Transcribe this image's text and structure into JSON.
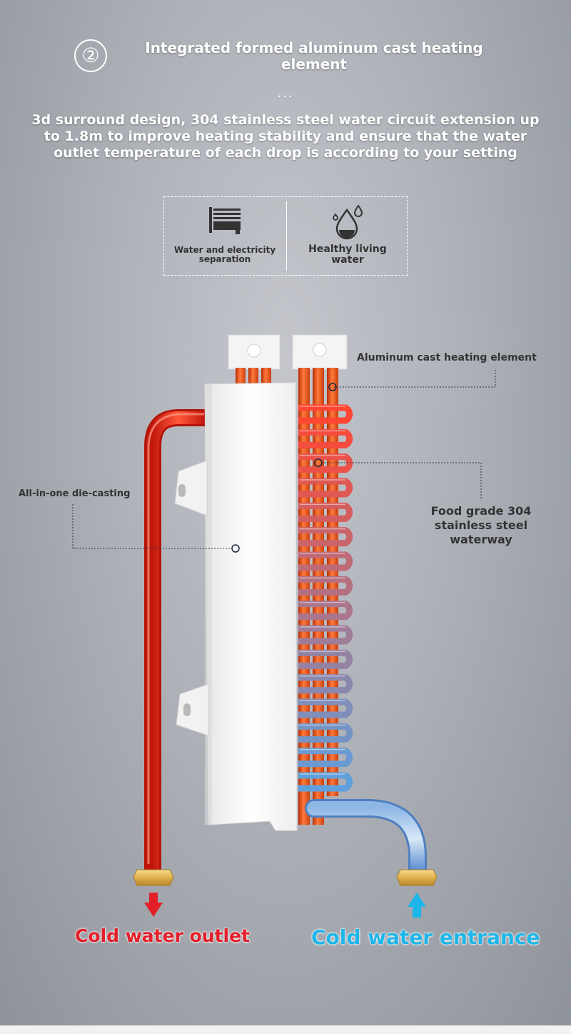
{
  "header": {
    "step_number": "②",
    "title": "Integrated formed aluminum cast heating element",
    "dots": "...",
    "description": "3d surround design, 304 stainless steel water circuit extension up to 1.8m to improve heating stability and ensure that the water outlet temperature of each drop is according to your setting"
  },
  "features": [
    {
      "label": "Water and electricity separation",
      "icon": "separation-icon"
    },
    {
      "label": "Healthy living water",
      "icon": "water-drops-icon"
    }
  ],
  "callouts": {
    "aluminum": "Aluminum cast heating element",
    "die_casting": "All-in-one die-casting",
    "waterway": "Food grade 304 stainless steel waterway"
  },
  "flow_labels": {
    "outlet": "Cold water outlet",
    "entrance": "Cold water entrance"
  },
  "colors": {
    "outlet_red": "#e3202a",
    "entrance_blue": "#1eb6ea",
    "copper": "#f05a1a",
    "brass": "#e9c36a"
  }
}
